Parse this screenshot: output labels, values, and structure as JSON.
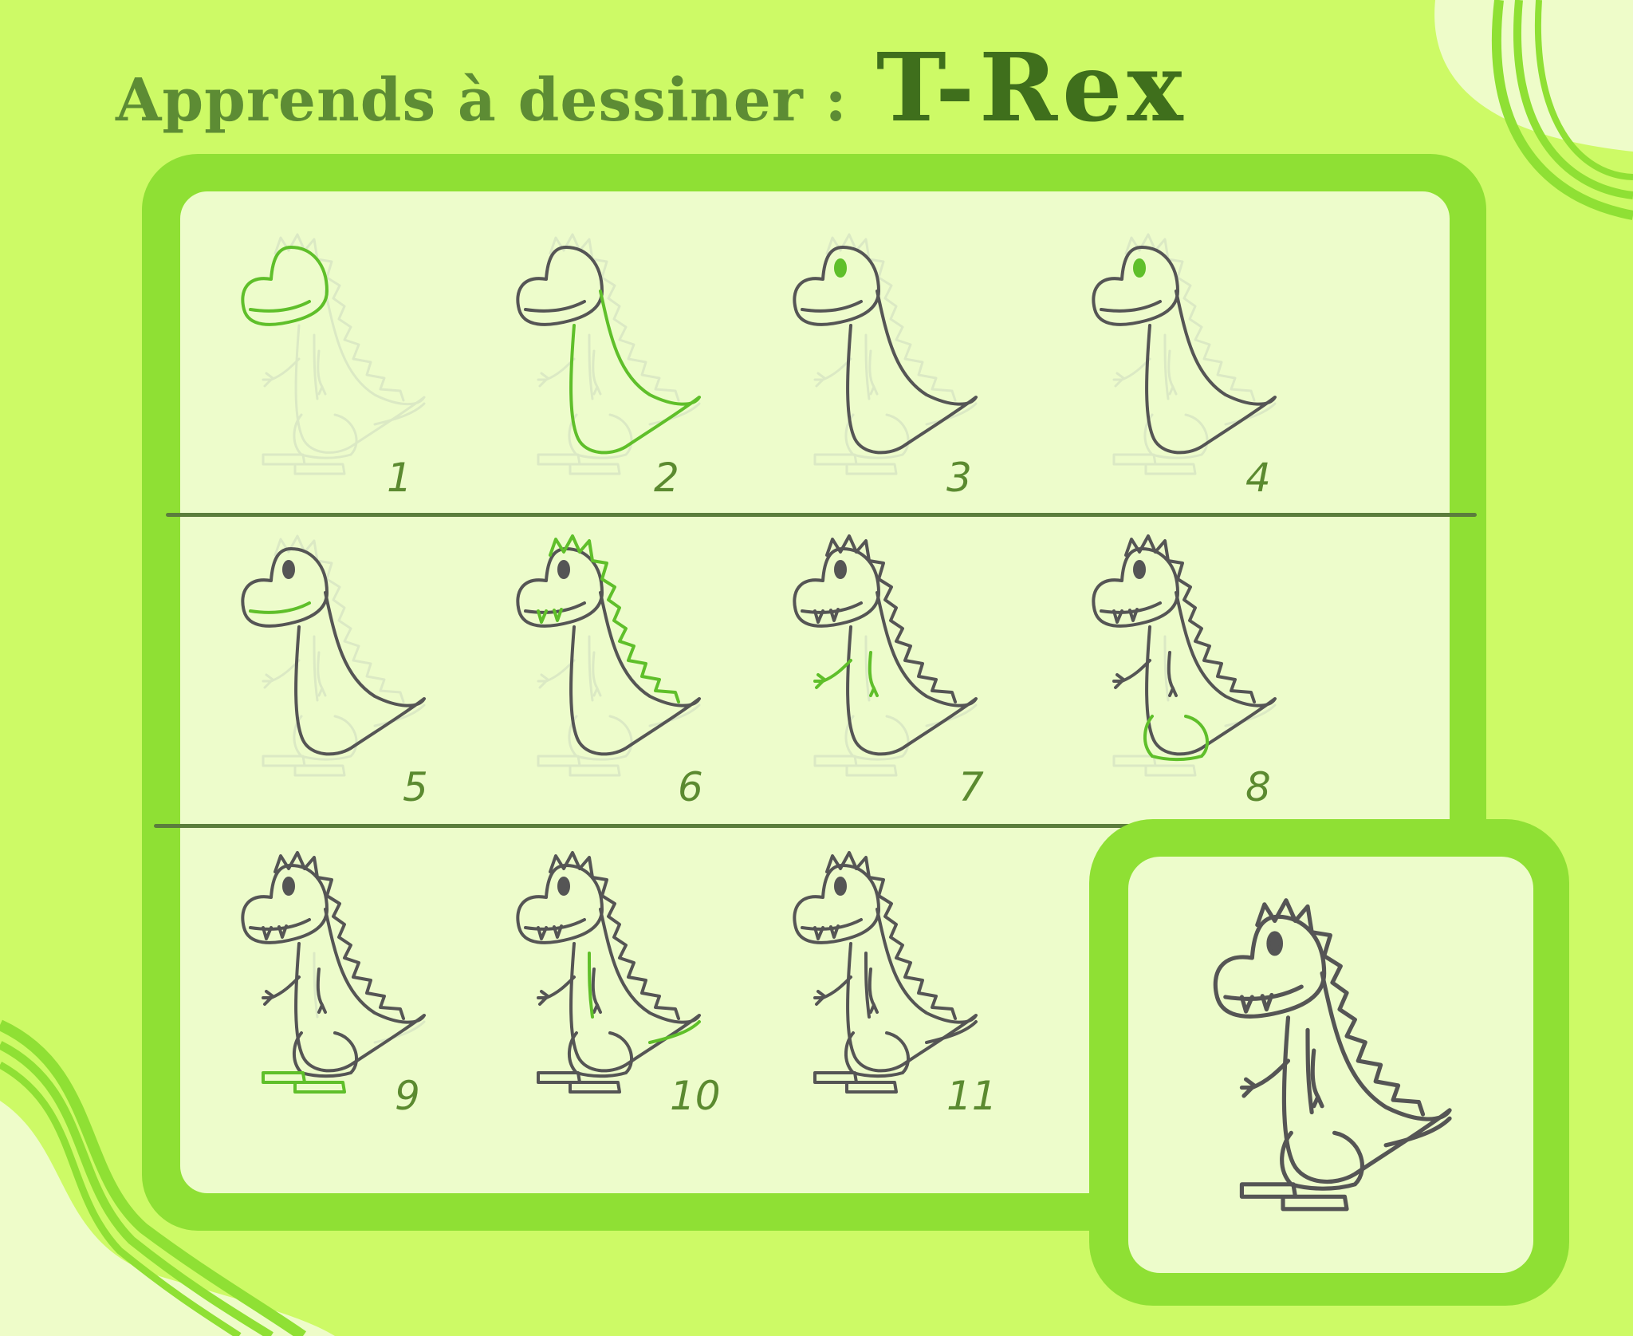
{
  "header": {
    "prefix": "Apprends à dessiner :",
    "animal": "T-Rex"
  },
  "steps": [
    {
      "number": "1"
    },
    {
      "number": "2"
    },
    {
      "number": "3"
    },
    {
      "number": "4"
    },
    {
      "number": "5"
    },
    {
      "number": "6"
    },
    {
      "number": "7"
    },
    {
      "number": "8"
    },
    {
      "number": "9"
    },
    {
      "number": "10"
    },
    {
      "number": "11"
    }
  ],
  "colors": {
    "background": "#cdfa66",
    "frame": "#8fe034",
    "panel": "#edfccb",
    "outline": "#555555",
    "highlight": "#5fbf2a",
    "ghost": "#dbe9c4"
  }
}
